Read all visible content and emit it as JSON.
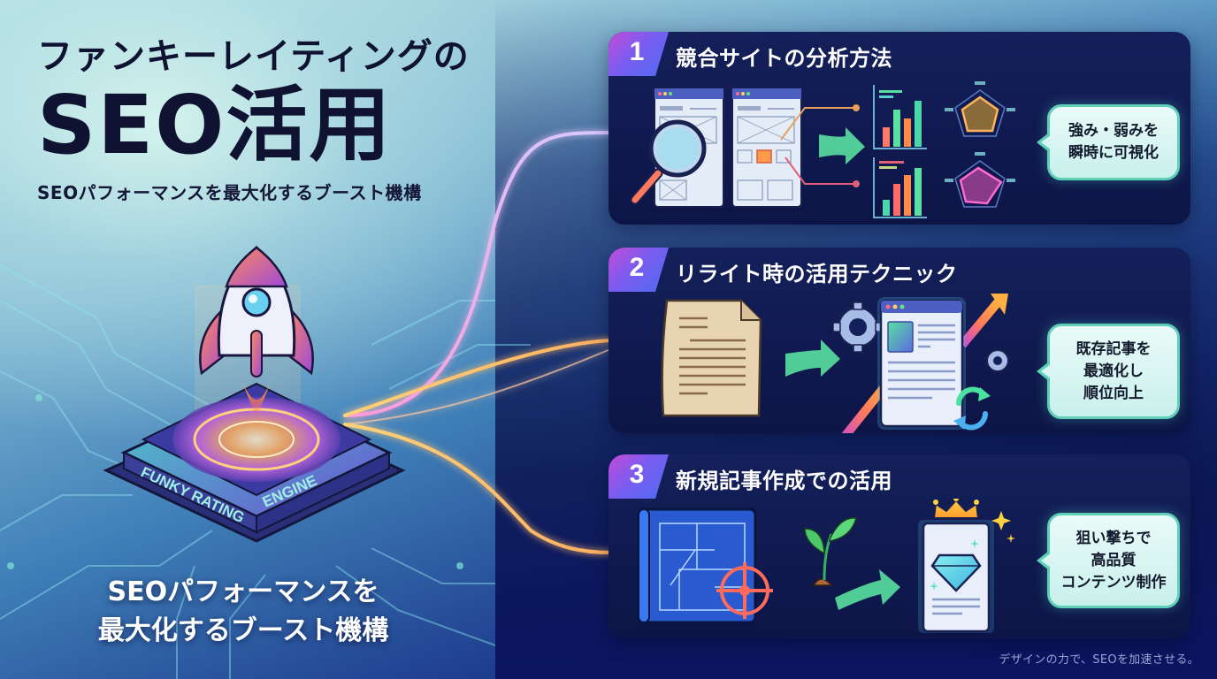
{
  "header": {
    "title_line1": "ファンキーレイティングの",
    "title_line2": "SEO活用",
    "subtitle": "SEOパフォーマンスを最大化するブースト機構"
  },
  "engine": {
    "label_left": "FUNKY RATING",
    "label_right": "ENGINE",
    "icon": "rocket-icon"
  },
  "caption": {
    "line1": "SEOパフォーマンスを",
    "line2": "最大化するブースト機構"
  },
  "cards": [
    {
      "number": "1",
      "title": "競合サイトの分析方法",
      "bubble": "強み・弱みを\n瞬時に可視化",
      "icons": [
        "wireframe-page-icon",
        "magnifier-icon",
        "arrow-right-icon",
        "bar-chart-icon",
        "radar-chart-icon"
      ]
    },
    {
      "number": "2",
      "title": "リライト時の活用テクニック",
      "bubble": "既存記事を\n最適化し\n順位向上",
      "icons": [
        "old-document-icon",
        "arrow-right-icon",
        "gear-icon",
        "browser-page-icon",
        "trend-up-arrow-icon",
        "refresh-icon"
      ]
    },
    {
      "number": "3",
      "title": "新規記事作成での活用",
      "bubble": "狙い撃ちで\n高品質\nコンテンツ制作",
      "icons": [
        "blueprint-icon",
        "target-crosshair-icon",
        "sprout-icon",
        "arrow-right-icon",
        "crown-icon",
        "diamond-document-icon",
        "sparkle-icon"
      ]
    }
  ],
  "footer": {
    "tagline": "デザインの力で、SEOを加速させる。"
  },
  "colors": {
    "title_text": "#0f1230",
    "card_bg": "#0d1547",
    "tab_gradient_start": "#c44bd8",
    "tab_gradient_end": "#4d6cf2",
    "bubble_border": "#5fd0b8",
    "bubble_bg": "#e2f8f5",
    "beam_purple": "#b58cff",
    "beam_orange": "#ffb45a"
  }
}
